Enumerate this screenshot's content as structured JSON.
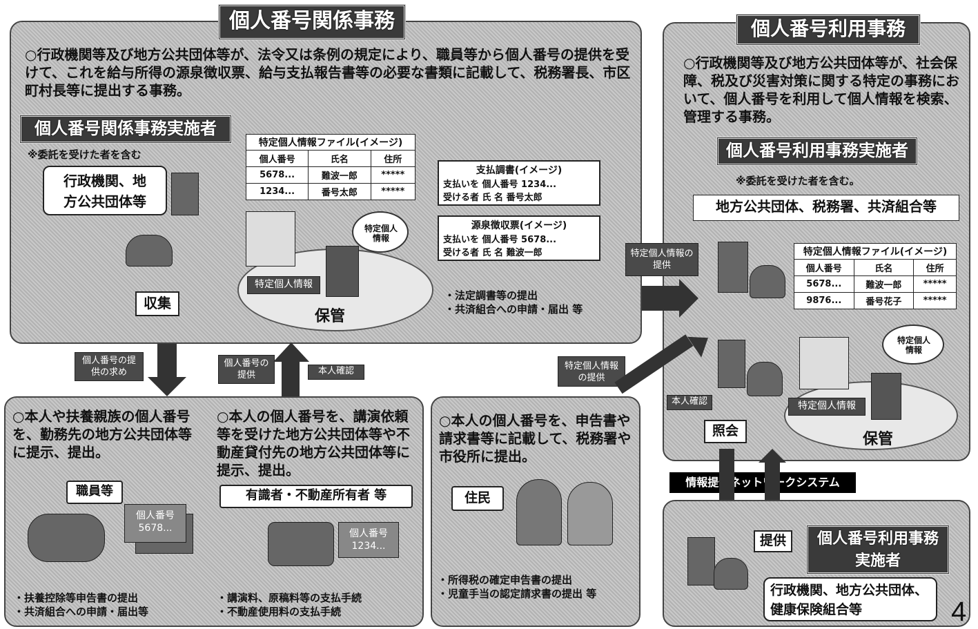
{
  "kankei": {
    "title": "個人番号関係事務",
    "desc": "○行政機関等及び地方公共団体等が、法令又は条例の規定により、職員等から個人番号の提供を受けて、これを給与所得の源泉徴収票、給与支払報告書等の必要な書類に記載して、税務署長、市区町村長等に提出する事務。",
    "implementer_title": "個人番号関係事務実施者",
    "consignee_note": "※委託を受けた者を含む",
    "entity": "行政機関、地方公共団体等",
    "collect": "収集",
    "storage": "保管",
    "file_image": {
      "title": "特定個人情報ファイル(イメージ)",
      "headers": [
        "個人番号",
        "氏名",
        "住所"
      ],
      "rows": [
        [
          "5678...",
          "難波一郎",
          "*****"
        ],
        [
          "1234...",
          "番号太郎",
          "*****"
        ]
      ]
    },
    "payment_doc": {
      "title": "支払調書(イメージ)",
      "line1": "支払いを 個人番号 1234...",
      "line2": "受ける者 氏 名 番号太郎"
    },
    "withholding_doc": {
      "title": "源泉徴収票(イメージ)",
      "line1": "支払いを 個人番号 5678...",
      "line2": "受ける者 氏 名 難波一郎"
    },
    "specific_info": "特定個人情報",
    "specific_info_bubble": "特定個人情報",
    "submission_list": [
      "・法定調書等の提出",
      "・共済組合への申請・届出 等"
    ]
  },
  "riyou": {
    "title": "個人番号利用事務",
    "desc": "○行政機関等及び地方公共団体等が、社会保障、税及び災害対策に関する特定の事務において、個人番号を利用して個人情報を検索、管理する事務。",
    "implementer_title": "個人番号利用事務実施者",
    "consignee_note": "※委託を受けた者を含む。",
    "entity": "地方公共団体、税務署、共済組合等",
    "file_image": {
      "title": "特定個人情報ファイル(イメージ)",
      "headers": [
        "個人番号",
        "氏名",
        "住所"
      ],
      "rows": [
        [
          "5678...",
          "難波一郎",
          "*****"
        ],
        [
          "9876...",
          "番号花子",
          "*****"
        ]
      ]
    },
    "specific_info": "特定個人情報",
    "specific_info_bubble": "特定個人情報",
    "storage": "保管",
    "inquiry": "照会",
    "identity_check": "本人確認"
  },
  "arrows": {
    "provide_specific_top": "特定個人情報の提供",
    "request_number": "個人番号の提供の求め",
    "provide_number": "個人番号の提供",
    "identity_check": "本人確認",
    "provide_specific_mid": "特定個人情報の提供"
  },
  "network": "情報提供ネットワークシステム",
  "bottom_right": {
    "provide": "提供",
    "title": "個人番号利用事務実施者",
    "entity": "行政機関、地方公共団体、健康保険組合等",
    "page": "4"
  },
  "box_staff": {
    "desc": "○本人や扶養親族の個人番号を、勤務先の地方公共団体等に提示、提出。",
    "who": "職員等",
    "card": "個人番号 5678...",
    "items": [
      "・扶養控除等申告書の提出",
      "・共済組合への申請・届出等"
    ]
  },
  "box_lecturer": {
    "desc": "○本人の個人番号を、講演依頼等を受けた地方公共団体等や不動産貸付先の地方公共団体等に提示、提出。",
    "who": "有識者・不動産所有者 等",
    "card": "個人番号 1234...",
    "items": [
      "・講演料、原稿料等の支払手続",
      "・不動産使用料の支払手続"
    ]
  },
  "box_resident": {
    "desc": "○本人の個人番号を、申告書や請求書等に記載して、税務署や市役所に提出。",
    "who": "住民",
    "items": [
      "・所得税の確定申告書の提出",
      "・児童手当の認定請求書の提出 等"
    ]
  }
}
